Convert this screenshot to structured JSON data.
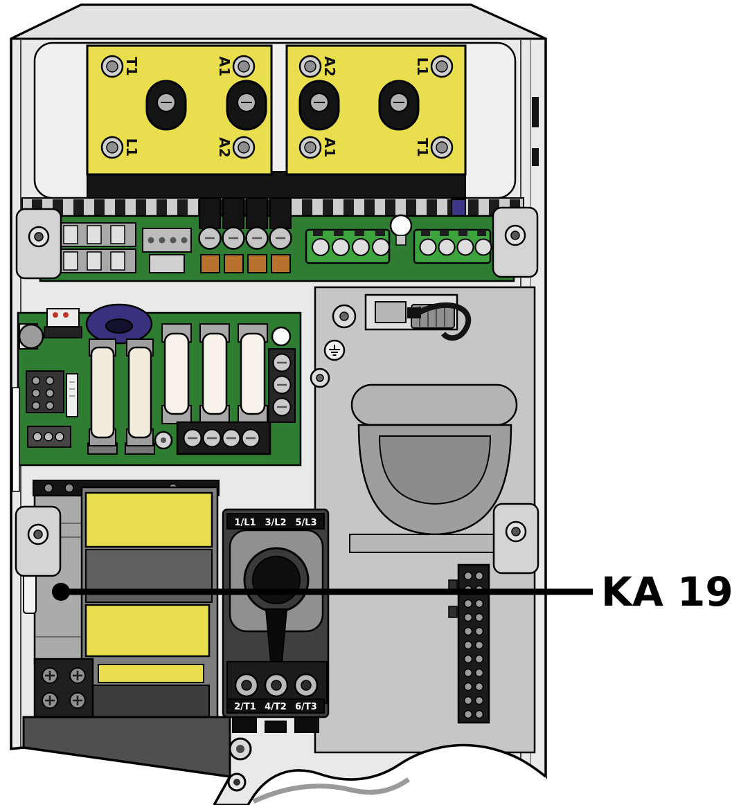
{
  "callout": {
    "label": "KA 19"
  },
  "terminal_blocks": {
    "left": {
      "top_left": "T1",
      "top_right": "A1",
      "bottom_left": "L1",
      "bottom_right": "A2"
    },
    "right": {
      "top_left": "A2",
      "top_right": "L1",
      "bottom_left": "A1",
      "bottom_right": "T1"
    }
  },
  "motor_breaker": {
    "line_terminals": [
      "1/L1",
      "3/L2",
      "5/L3"
    ],
    "load_terminals": [
      "2/T1",
      "4/T2",
      "6/T3"
    ]
  },
  "colors": {
    "busbar_cover_yellow": "#e9df4e",
    "pcb_green": "#2e7d32",
    "enclosure_gray": "#e9e9e9",
    "callout_black": "#000000"
  }
}
